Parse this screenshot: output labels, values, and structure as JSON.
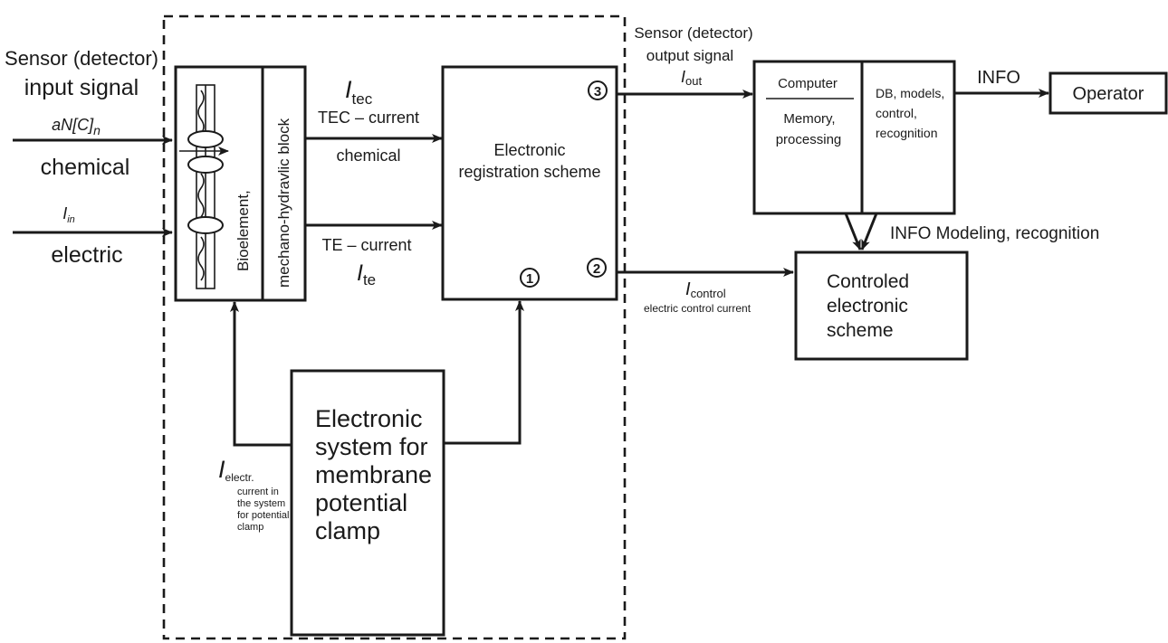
{
  "input": {
    "title_line1": "Sensor (detector)",
    "title_line2": "input signal",
    "chem_symbol": "aN[C]",
    "chem_symbol_sub": "n",
    "chem_label": "chemical",
    "elec_symbol": "I",
    "elec_symbol_sub": "in",
    "elec_label": "electric"
  },
  "bioelement": {
    "label_left": "Bioelement,",
    "label_right": "mechano-hydravlic block"
  },
  "tec": {
    "symbol": "I",
    "symbol_sub": "tec",
    "line1": "TEC – current",
    "line2": "chemical"
  },
  "te": {
    "line1": "TE – current",
    "symbol": "I",
    "symbol_sub": "te"
  },
  "registration": {
    "line1": "Electronic",
    "line2": "registration scheme",
    "port1": "1",
    "port2": "2",
    "port3": "3"
  },
  "clamp": {
    "line1": "Electronic",
    "line2": "system for",
    "line3": "membrane",
    "line4": "potential",
    "line5": "clamp",
    "current_symbol": "I",
    "current_sub": "electr.",
    "current_desc1": "current in",
    "current_desc2": "the system",
    "current_desc3": "for potential",
    "current_desc4": "clamp"
  },
  "output": {
    "line1": "Sensor (detector)",
    "line2": "output signal",
    "symbol": "I",
    "symbol_sub": "out"
  },
  "computer": {
    "title": "Computer",
    "desc1": "Memory,",
    "desc2": "processing",
    "db1": "DB, models,",
    "db2": "control,",
    "db3": "recognition"
  },
  "info_label": "INFO",
  "operator_label": "Operator",
  "info_modeling": "INFO Modeling, recognition",
  "control": {
    "symbol": "I",
    "symbol_sub": "control",
    "desc": "electric control current"
  },
  "controlled_scheme": {
    "line1": "Controled",
    "line2": "electronic",
    "line3": "scheme"
  }
}
